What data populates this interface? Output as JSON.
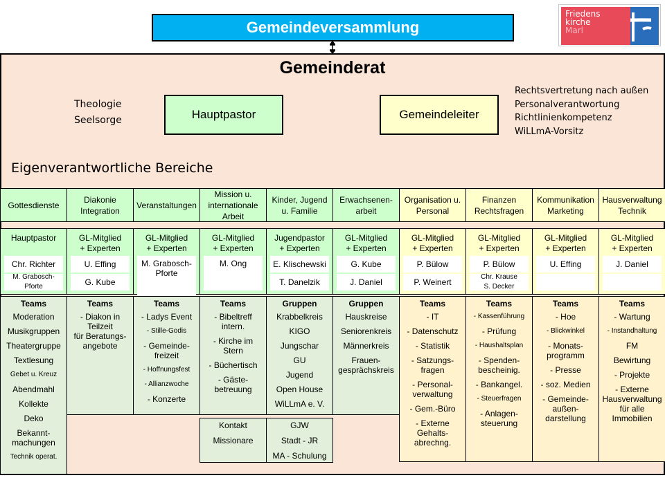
{
  "assembly": "Gemeindeversammlung",
  "logo": {
    "line1": "Friedens",
    "line2": "kirche",
    "line3": "Marl",
    "colors": {
      "red": "#e84a5a",
      "blue": "#2a6ebb"
    }
  },
  "council": {
    "title": "Gemeinderat",
    "pastor_duties": [
      "Theologie",
      "Seelsorge"
    ],
    "pastor": "Hauptpastor",
    "leader": "Gemeindeleiter",
    "leader_duties": [
      "Rechtsvertretung nach außen",
      "Personalverantwortung",
      "Richtlinienkompetenz",
      "WiLLmA-Vorsitz"
    ],
    "areas_label": "Eigenverantwortliche Bereiche"
  },
  "colors": {
    "assembly": "#00b0f0",
    "panel": "#fbe5d6",
    "green": "#ccffcc",
    "yellow": "#ffffcc",
    "green_light": "#e2efda",
    "yellow_light": "#fff2cc"
  },
  "columns": [
    {
      "header": "Gottesdienste",
      "lead": "Hauptpastor",
      "people": [
        "Chr. Richter",
        "M. Grabosch-\nPforte"
      ],
      "teams_title": "Teams",
      "teams": [
        "Moderation",
        "Musikgruppen",
        "Theatergruppe",
        "Textlesung",
        "Gebet u. Kreuz",
        "Abendmahl",
        "Kollekte",
        "Deko",
        "Bekannt-\nmachungen",
        "Technik operat."
      ]
    },
    {
      "header": "Diakonie\nIntegration",
      "lead": "GL-Mitglied\n+ Experten",
      "people": [
        "U. Effing",
        "G. Kube"
      ],
      "teams_title": "Teams",
      "teams": [
        "- Diakon in\nTeilzeit\nfür Beratungs-\nangebote"
      ]
    },
    {
      "header": "Veranstaltungen",
      "lead": "GL-Mitglied\n+ Experten",
      "people": [
        "M. Grabosch-\nPforte"
      ],
      "teams_title": "Teams",
      "teams": [
        "- Ladys Event",
        "- Stille-Godis",
        "- Gemeinde-\nfreizeit",
        "- Hoffnungsfest",
        "- Allianzwoche",
        "- Konzerte"
      ]
    },
    {
      "header": "Mission u.\ninternationale\nArbeit",
      "lead": "GL-Mitglied\n+ Experten",
      "people": [
        "M. Ong"
      ],
      "teams_title": "Teams",
      "teams": [
        "- Bibeltreff\nintern.",
        "- Kirche im\nStern",
        "- Büchertisch",
        "- Gäste-\nbetreuung"
      ],
      "extra": [
        "Kontakt",
        "Missionare"
      ]
    },
    {
      "header": "Kinder, Jugend\nu. Familie",
      "lead": "Jugendpastor\n+ Experten",
      "people": [
        "E. Klischewski",
        "T. Danelzik"
      ],
      "teams_title": "Gruppen",
      "teams": [
        "Krabbelkreis",
        "KIGO",
        "Jungschar",
        "GU",
        "Jugend",
        "Open House",
        "WiLLmA e. V."
      ],
      "extra": [
        "GJW",
        "Stadt - JR",
        "MA  - Schulung"
      ]
    },
    {
      "header": "Erwachsenen-\narbeit",
      "lead": "GL-Mitglied\n+ Experten",
      "people": [
        "G. Kube",
        "J. Daniel"
      ],
      "teams_title": "Gruppen",
      "teams": [
        "Hauskreise",
        "Seniorenkreis",
        "Männerkreis",
        "Frauen-\ngesprächskreis"
      ]
    },
    {
      "header": "Organisation u.\nPersonal",
      "lead": "GL-Mitglied\n+ Experten",
      "people": [
        "P. Bülow",
        "P. Weinert"
      ],
      "teams_title": "Teams",
      "teams": [
        "-  IT",
        "- Datenschutz",
        "- Statistik",
        "- Satzungs-\nfragen",
        "- Personal-\nverwaltung",
        "- Gem.-Büro",
        "- Externe\nGehalts-\nabrechng."
      ]
    },
    {
      "header": "Finanzen\nRechtsfragen",
      "lead": "GL-Mitglied\n+ Experten",
      "people": [
        "P. Bülow",
        "Chr. Krause\nS. Decker"
      ],
      "teams_title": "Teams",
      "teams": [
        "- Kassenführung",
        "- Prüfung",
        "- Haushaltsplan",
        "- Spenden-\nbescheinig.",
        "- Bankangel.",
        "- Steuerfragen",
        "- Anlagen-\nsteuerung"
      ]
    },
    {
      "header": "Kommunikation\nMarketing",
      "lead": "GL-Mitglied\n+ Experten",
      "people": [
        "U. Effing",
        ""
      ],
      "teams_title": "Teams",
      "teams": [
        "- Hoe",
        "-    Blickwinkel",
        "-    Monats-\nprogramm",
        "- Presse",
        "- soz. Medien",
        "- Gemeinde-\naußen-\ndarstellung"
      ]
    },
    {
      "header": "Hausverwaltung\nTechnik",
      "lead": "GL-Mitglied\n+ Experten",
      "people": [
        "J. Daniel",
        ""
      ],
      "teams_title": "Teams",
      "teams": [
        "- Wartung",
        "- Instandhaltung",
        "FM",
        "Bewirtung",
        "- Projekte",
        "- Externe\nHausverwaltung\nfür alle\nImmobilien"
      ]
    }
  ]
}
